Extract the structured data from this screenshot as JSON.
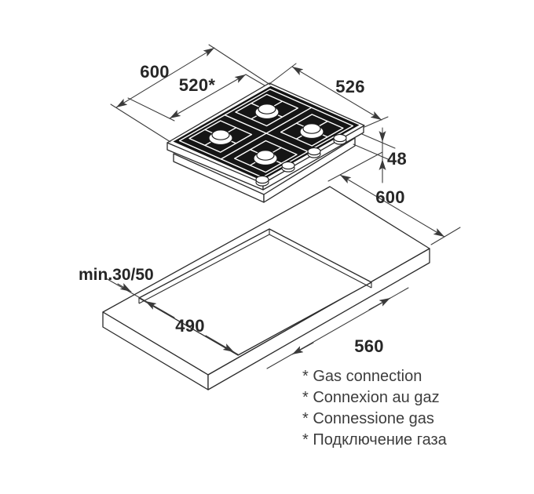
{
  "drawing": {
    "hob": {
      "width_label": "600",
      "gas_offset_label": "520*",
      "depth_label": "526",
      "height_label": "48"
    },
    "worktop": {
      "depth_label": "600",
      "edge_clearance_label": "min.30/50",
      "cutout_depth_label": "490",
      "cutout_width_label": "560"
    },
    "footnotes": [
      "* Gas connection",
      "* Connexion au gaz",
      "* Connessione gas",
      "* Подключение газа"
    ],
    "colors": {
      "line": "#2b2b2b",
      "dimension_line": "#3a3a3a",
      "hob_surface": "#151515",
      "background": "#ffffff"
    }
  }
}
